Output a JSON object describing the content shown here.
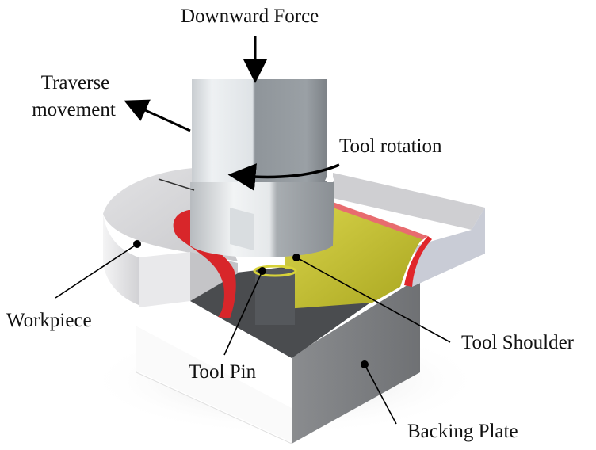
{
  "title": "Friction stir welding schematic",
  "labels": {
    "downward_force": "Downward Force",
    "traverse_line1": "Traverse",
    "traverse_line2": "movement",
    "tool_rotation": "Tool rotation",
    "workpiece": "Workpiece",
    "tool_pin": "Tool Pin",
    "tool_shoulder": "Tool Shoulder",
    "backing_plate": "Backing Plate"
  },
  "colors": {
    "weld_zone_red": "#e0262b",
    "stir_zone_yellow": "#c9c431",
    "workpiece_gray": "#d6d6d8",
    "tool_light": "#e6e9ec",
    "tool_dark": "#8c9196",
    "backing_dark": "#7b7d80",
    "backing_light": "#ffffff"
  }
}
